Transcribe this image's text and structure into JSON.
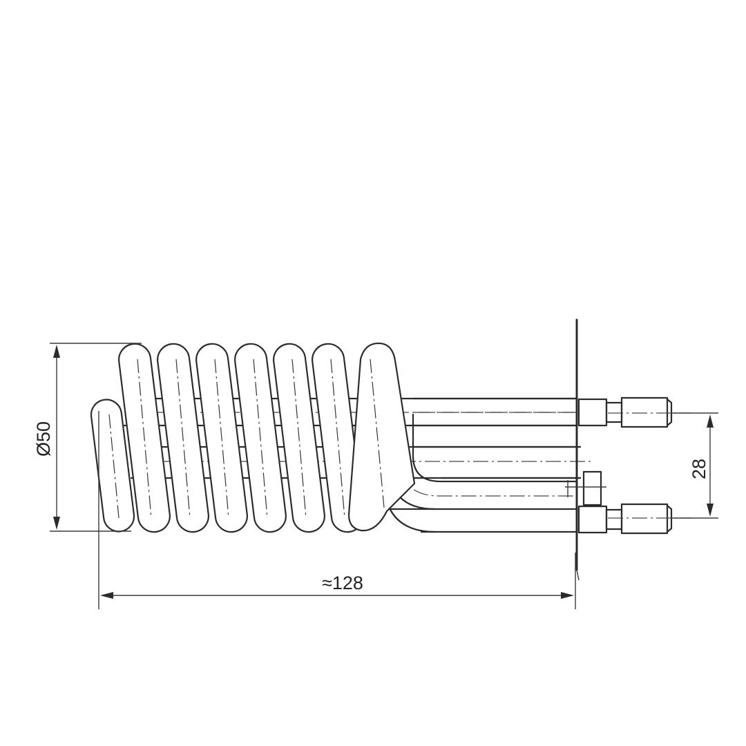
{
  "dimensions": {
    "diameter": "Ø50",
    "length": "≈128",
    "pitch": "28"
  },
  "colors": {
    "line": "#2b2b2b",
    "background": "#ffffff"
  }
}
